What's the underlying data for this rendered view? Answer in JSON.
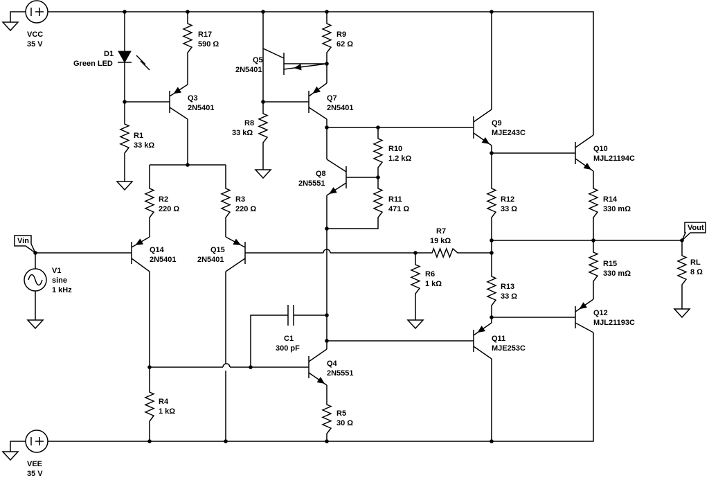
{
  "supplies": {
    "vcc": {
      "name": "VCC",
      "value": "35 V"
    },
    "vee": {
      "name": "VEE",
      "value": "35 V"
    }
  },
  "ports": {
    "vin": "Vin",
    "vout": "Vout"
  },
  "source": {
    "name": "V1",
    "wave": "sine",
    "freq": "1 kHz"
  },
  "resistors": {
    "R1": {
      "name": "R1",
      "value": "33 kΩ"
    },
    "R2": {
      "name": "R2",
      "value": "220 Ω"
    },
    "R3": {
      "name": "R3",
      "value": "220 Ω"
    },
    "R4": {
      "name": "R4",
      "value": "1 kΩ"
    },
    "R5": {
      "name": "R5",
      "value": "30 Ω"
    },
    "R6": {
      "name": "R6",
      "value": "1 kΩ"
    },
    "R7": {
      "name": "R7",
      "value": "19 kΩ"
    },
    "R8": {
      "name": "R8",
      "value": "33 kΩ"
    },
    "R9": {
      "name": "R9",
      "value": "62 Ω"
    },
    "R10": {
      "name": "R10",
      "value": "1.2 kΩ"
    },
    "R11": {
      "name": "R11",
      "value": "471 Ω"
    },
    "R12": {
      "name": "R12",
      "value": "33 Ω"
    },
    "R13": {
      "name": "R13",
      "value": "33 Ω"
    },
    "R14": {
      "name": "R14",
      "value": "330 mΩ"
    },
    "R15": {
      "name": "R15",
      "value": "330 mΩ"
    },
    "R17": {
      "name": "R17",
      "value": "590 Ω"
    },
    "RL": {
      "name": "RL",
      "value": "8 Ω"
    }
  },
  "transistors": {
    "Q3": {
      "name": "Q3",
      "part": "2N5401"
    },
    "Q4": {
      "name": "Q4",
      "part": "2N5551"
    },
    "Q5": {
      "name": "Q5",
      "part": "2N5401"
    },
    "Q7": {
      "name": "Q7",
      "part": "2N5401"
    },
    "Q8": {
      "name": "Q8",
      "part": "2N5551"
    },
    "Q9": {
      "name": "Q9",
      "part": "MJE243C"
    },
    "Q10": {
      "name": "Q10",
      "part": "MJL21194C"
    },
    "Q11": {
      "name": "Q11",
      "part": "MJE253C"
    },
    "Q12": {
      "name": "Q12",
      "part": "MJL21193C"
    },
    "Q14": {
      "name": "Q14",
      "part": "2N5401"
    },
    "Q15": {
      "name": "Q15",
      "part": "2N5401"
    }
  },
  "capacitor": {
    "name": "C1",
    "value": "300 pF"
  },
  "led": {
    "name": "D1",
    "value": "Green LED"
  }
}
